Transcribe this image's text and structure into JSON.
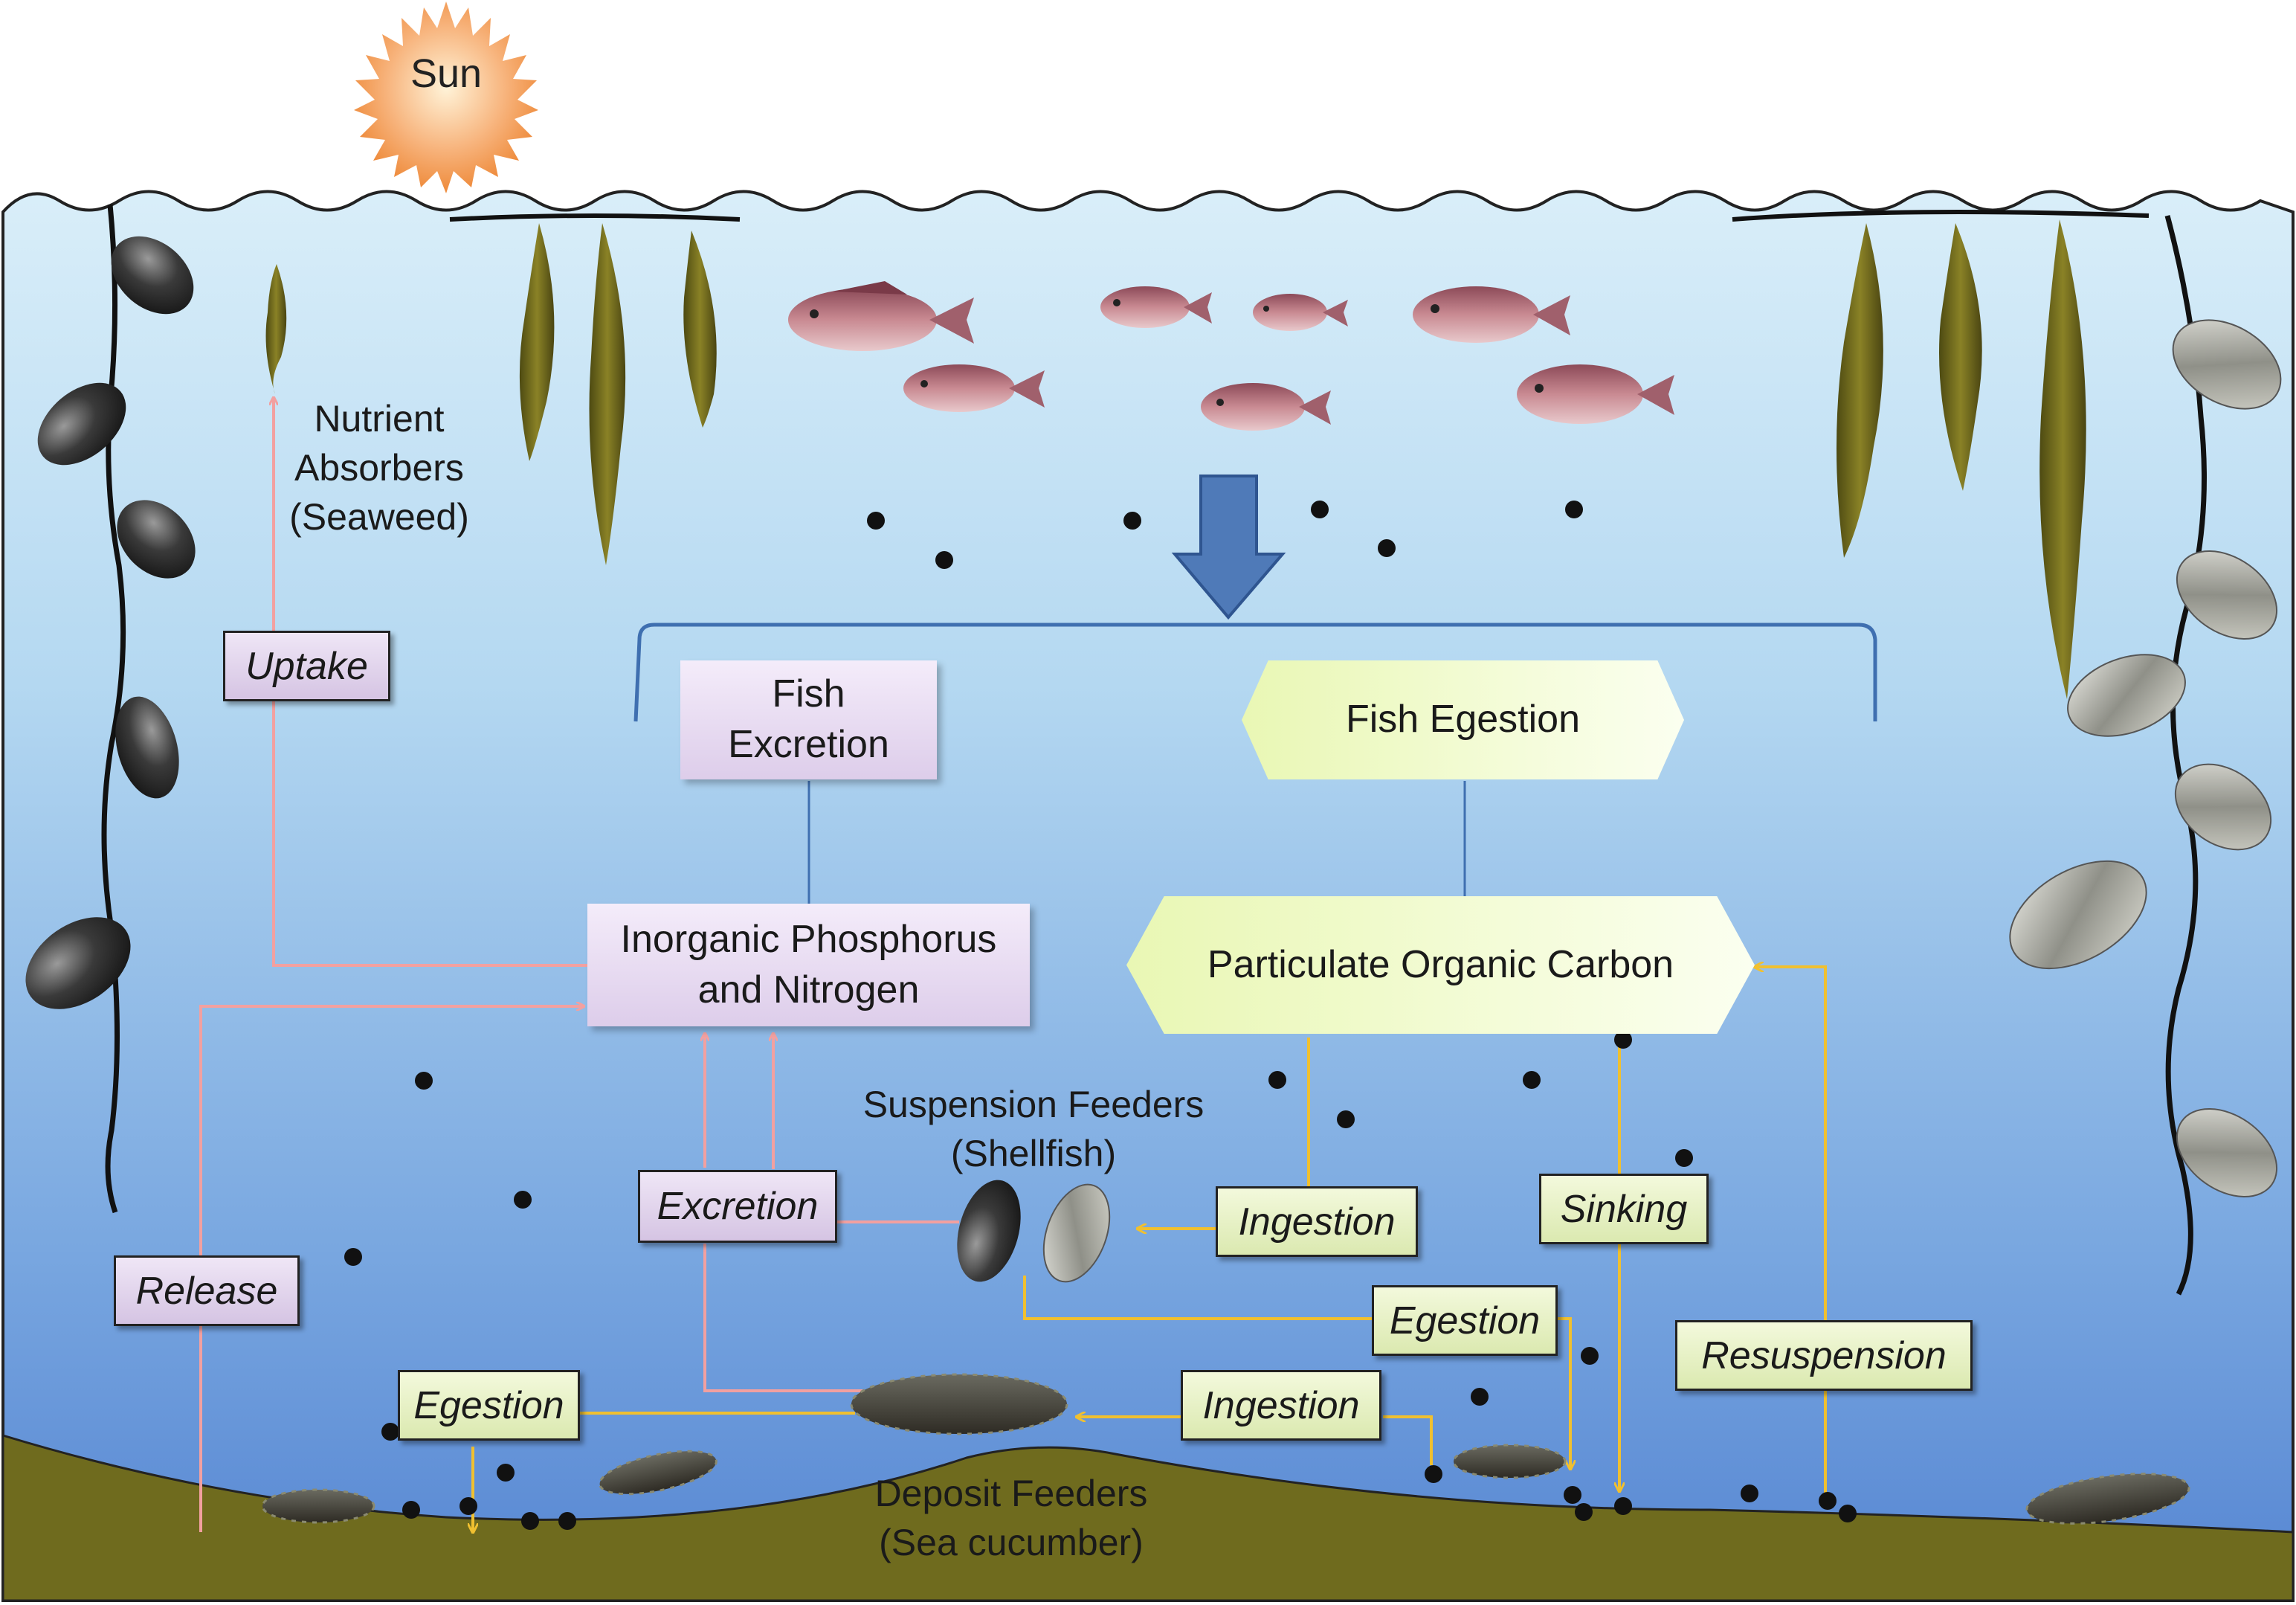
{
  "sun": {
    "label": "Sun"
  },
  "labels": {
    "nutrient_absorbers": "Nutrient\nAbsorbers\n(Seaweed)",
    "suspension_feeders": "Suspension Feeders\n(Shellfish)",
    "deposit_feeders": "Deposit Feeders\n(Sea cucumber)"
  },
  "boxes": {
    "fish_excretion": "Fish\nExcretion",
    "fish_egestion": "Fish Egestion",
    "inorganic": "Inorganic Phosphorus\nand Nitrogen",
    "poc": "Particulate Organic Carbon"
  },
  "processes": {
    "uptake": "Uptake",
    "release": "Release",
    "excretion": "Excretion",
    "egestion_left": "Egestion",
    "ingestion_shellfish": "Ingestion",
    "sinking": "Sinking",
    "egestion_right": "Egestion",
    "ingestion_cucumber": "Ingestion",
    "resuspension": "Resuspension"
  },
  "colors": {
    "water_top": "#d6ecf8",
    "water_bottom": "#5b8fd6",
    "sediment": "#6e6a1c",
    "nutrient_arrow": "#f2a0a0",
    "carbon_arrow": "#f0c030",
    "big_arrow": "#4f7ab8",
    "bracket": "#3f6fb0",
    "particle": "#111111"
  },
  "icons": [
    "sun-icon",
    "mussel-icon",
    "oyster-icon",
    "seaweed-icon",
    "fish-icon",
    "sea-cucumber-icon",
    "particle-icon",
    "down-arrow-icon"
  ]
}
